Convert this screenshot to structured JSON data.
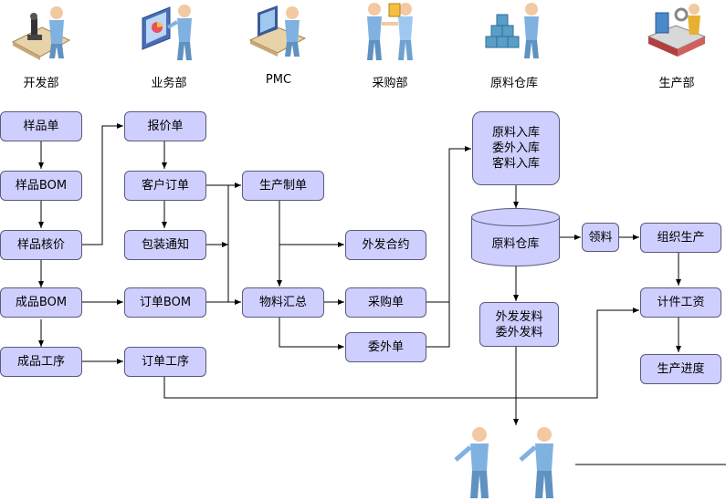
{
  "departments": [
    {
      "label": "开发部",
      "icon": "developer-at-microscope-icon"
    },
    {
      "label": "业务部",
      "icon": "presenter-with-chart-icon"
    },
    {
      "label": "PMC",
      "icon": "planner-with-monitor-icon"
    },
    {
      "label": "采购部",
      "icon": "handshake-icon"
    },
    {
      "label": "原料仓库",
      "icon": "warehouse-boxes-icon"
    },
    {
      "label": "生产部",
      "icon": "factory-machine-icon"
    }
  ],
  "nodes": {
    "sample_order": "样品单",
    "sample_bom": "样品BOM",
    "sample_pricing": "样品核价",
    "product_bom": "成品BOM",
    "product_process": "成品工序",
    "quotation": "报价单",
    "customer_order": "客户订单",
    "packing_notice": "包装通知",
    "order_bom": "订单BOM",
    "order_process": "订单工序",
    "production_order": "生产制单",
    "material_summary": "物料汇总",
    "outsource_contract": "外发合约",
    "purchase_order": "采购单",
    "outsource_order": "委外单",
    "warehouse_in": "原料入库\n委外入库\n客料入库",
    "raw_warehouse": "原料仓库",
    "outsource_issue": "外发发料\n委外发料",
    "material_request": "领料",
    "organize_production": "组织生产",
    "piece_wage": "计件工资",
    "production_progress": "生产进度"
  },
  "colors": {
    "node_fill": "#cfcfff",
    "node_border": "#5a5a7a",
    "line": "#000000"
  }
}
